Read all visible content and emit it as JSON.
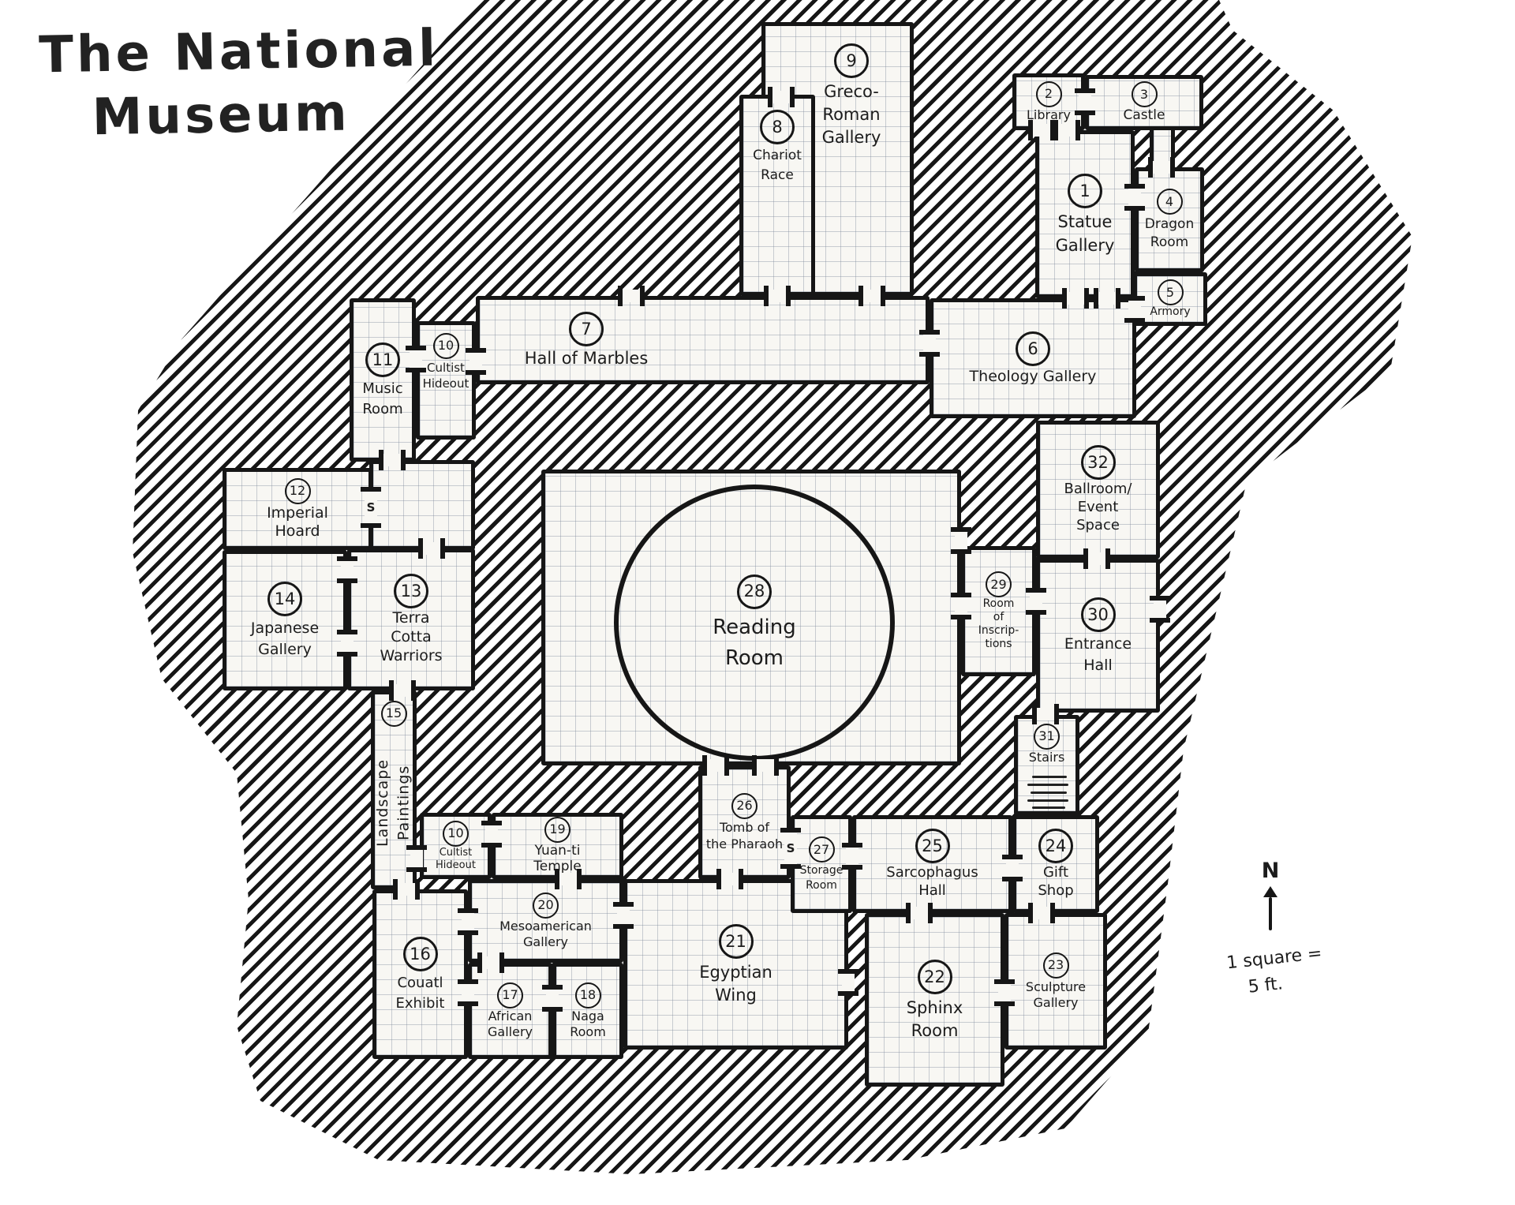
{
  "title": {
    "line1": "The National",
    "line2": "Museum"
  },
  "compass": {
    "label": "N"
  },
  "scale": {
    "line1": "1 square =",
    "line2": "5 ft."
  },
  "secret_door": "S",
  "rooms": {
    "statue_gallery": {
      "number": "1",
      "l1": "Statue",
      "l2": "Gallery"
    },
    "library": {
      "number": "2",
      "l1": "Library"
    },
    "castle": {
      "number": "3",
      "l1": "Castle"
    },
    "dragon_room": {
      "number": "4",
      "l1": "Dragon",
      "l2": "Room"
    },
    "armory": {
      "number": "5",
      "l1": "Armory"
    },
    "theology_gallery": {
      "number": "6",
      "l1": "Theology Gallery"
    },
    "hall_of_marbles": {
      "number": "7",
      "l1": "Hall of Marbles"
    },
    "chariot_race": {
      "number": "8",
      "l1": "Chariot",
      "l2": "Race"
    },
    "greco_roman": {
      "number": "9",
      "l1": "Greco-",
      "l2": "Roman",
      "l3": "Gallery"
    },
    "cultist_hideout_top": {
      "number": "10",
      "l1": "Cultist",
      "l2": "Hideout"
    },
    "music_room": {
      "number": "11",
      "l1": "Music",
      "l2": "Room"
    },
    "imperial_hoard": {
      "number": "12",
      "l1": "Imperial",
      "l2": "Hoard"
    },
    "terra_cotta": {
      "number": "13",
      "l1": "Terra",
      "l2": "Cotta",
      "l3": "Warriors"
    },
    "japanese_gallery": {
      "number": "14",
      "l1": "Japanese",
      "l2": "Gallery"
    },
    "landscape_paintings": {
      "number": "15",
      "l1": "Landscape",
      "l2": "Paintings"
    },
    "couatl_exhibit": {
      "number": "16",
      "l1": "Couatl",
      "l2": "Exhibit"
    },
    "african_gallery": {
      "number": "17",
      "l1": "African",
      "l2": "Gallery"
    },
    "naga_room": {
      "number": "18",
      "l1": "Naga",
      "l2": "Room"
    },
    "yuanti_temple": {
      "number": "19",
      "l1": "Yuan-ti",
      "l2": "Temple"
    },
    "mesoamerican": {
      "number": "20",
      "l1": "Mesoamerican",
      "l2": "Gallery"
    },
    "egyptian_wing": {
      "number": "21",
      "l1": "Egyptian",
      "l2": "Wing"
    },
    "sphinx_room": {
      "number": "22",
      "l1": "Sphinx",
      "l2": "Room"
    },
    "sculpture_gallery": {
      "number": "23",
      "l1": "Sculpture",
      "l2": "Gallery"
    },
    "gift_shop": {
      "number": "24",
      "l1": "Gift",
      "l2": "Shop"
    },
    "sarcophagus_hall": {
      "number": "25",
      "l1": "Sarcophagus",
      "l2": "Hall"
    },
    "tomb_pharaoh": {
      "number": "26",
      "l1": "Tomb of",
      "l2": "the Pharaoh"
    },
    "storage_room": {
      "number": "27",
      "l1": "Storage",
      "l2": "Room"
    },
    "reading_room": {
      "number": "28",
      "l1": "Reading",
      "l2": "Room"
    },
    "inscriptions": {
      "number": "29",
      "l1": "Room",
      "l2": "of",
      "l3": "Inscrip-",
      "l4": "tions"
    },
    "entrance_hall": {
      "number": "30",
      "l1": "Entrance",
      "l2": "Hall"
    },
    "stairs": {
      "number": "31",
      "l1": "Stairs"
    },
    "ballroom": {
      "number": "32",
      "l1": "Ballroom/",
      "l2": "Event",
      "l3": "Space"
    },
    "cultist_hideout_bottom": {
      "number": "10",
      "l1": "Cultist",
      "l2": "Hideout"
    }
  }
}
